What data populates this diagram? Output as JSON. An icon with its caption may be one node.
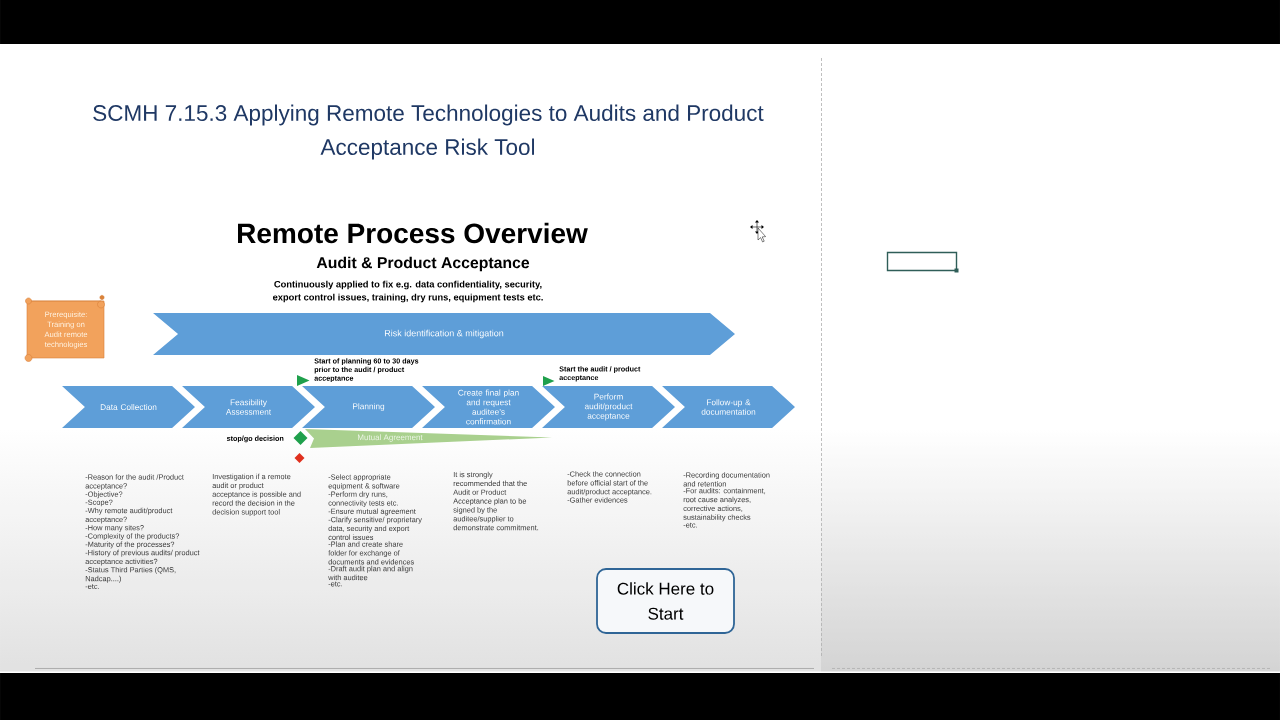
{
  "diagram": {
    "title": "SCMH 7.15.3 Applying Remote Technologies to Audits and Product Acceptance Risk Tool",
    "nodes": [
      {
        "text": [
          "Prerequisite: Training on Audit remote technologies"
        ]
      },
      {
        "text": [
          "Risk identification & mitigation"
        ]
      },
      {
        "text": [
          "Data Collection"
        ],
        "beside": [
          "-Reason for the audit /Product acceptance?",
          "-Objective?",
          "-Scope?",
          "-Why remote audit/product acceptance?",
          "-How many sites?",
          "-Complexity of the products?",
          "-Maturity of the processes?",
          "-History of previous audits/ product acceptance activities?",
          "-Status Third Parties (QMS, Nadcap....)",
          "-etc."
        ]
      },
      {
        "text": [
          "Feasibility Assessment"
        ]
      },
      {
        "text": [
          "Planning"
        ],
        "beside": [
          "-Select appropriate equipment & software",
          "-Perform dry runs, connectivity tests etc.",
          "-Ensure mutual agreement",
          "-Clarify sensitive/ proprietary data, security and export control issues",
          "-Plan and create share folder for exchange of documents and evidences",
          "-Draft audit plan and align with auditee",
          "-etc."
        ]
      },
      {
        "text": [
          "Create final plan and request auditee’s confirmation"
        ]
      },
      {
        "text": [
          "Perform audit/product acceptance"
        ],
        "beside": [
          "-Check the connection before official start of the audit/product acceptance.",
          "-Gather evidences"
        ]
      },
      {
        "text": [
          "Follow-up & documentation"
        ],
        "beside": [
          "-Recording documentation and retention",
          "-For audits: containment, root cause analyzes, corrective actions, sustainability checks",
          "-etc."
        ]
      },
      {
        "text": [
          "Mutual Agreement"
        ]
      },
      {
        "text": [
          "Click Here to Start"
        ]
      }
    ],
    "labels": [
      "Remote Process Overview",
      "Audit & Product Acceptance",
      "Continuously applied to fix e.g. data confidentiality, security, export control issues, training, dry runs, equipment tests etc.",
      "Start of planning 60 to 30 days prior to the audit / product acceptance",
      "Start the audit / product acceptance",
      "stop/go decision",
      "Investigation if a remote audit or product acceptance is possible and record the decision in the decision support tool",
      "It is strongly recommended that the Audit or Product Acceptance plan to be signed by the auditee/supplier to demonstrate commitment."
    ]
  }
}
